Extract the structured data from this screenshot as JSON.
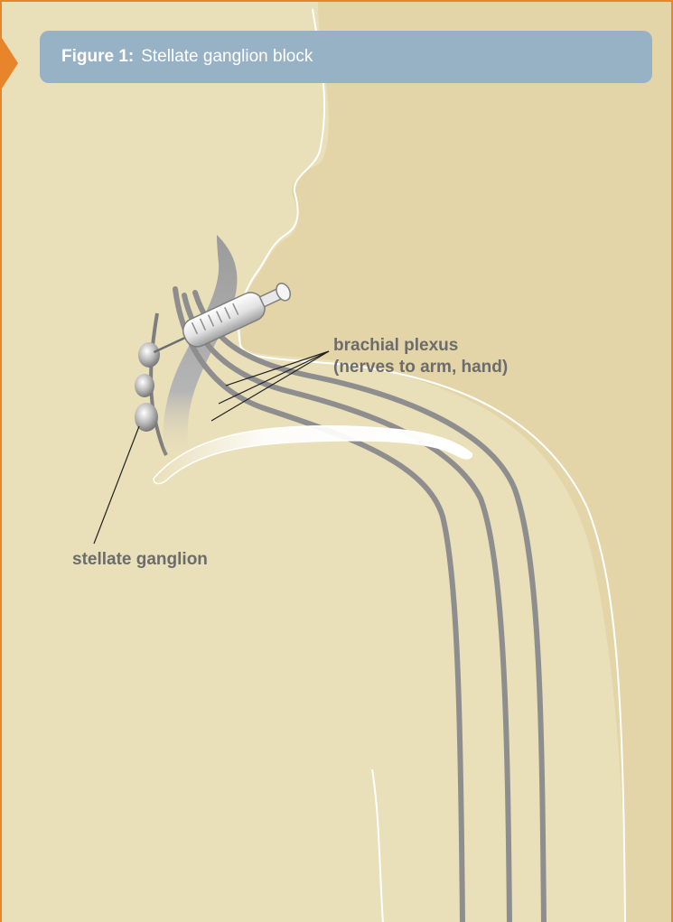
{
  "figure": {
    "number_label": "Figure 1:",
    "title": "Stellate ganglion block"
  },
  "labels": {
    "brachial_plexus_line1": "brachial plexus",
    "brachial_plexus_line2": "(nerves to arm, hand)",
    "stellate_ganglion": "stellate ganglion"
  },
  "colors": {
    "frame_border": "#E8852B",
    "background": "#E9DFB9",
    "body_shade": "#E3D5A8",
    "banner": "#97B1C5",
    "nerve": "#8E8E8E",
    "label_text": "#6C6C6C"
  },
  "icons": {
    "banner_marker": "orange-triangle-icon",
    "syringe": "syringe-icon",
    "ganglion": "ganglion-nodes-icon"
  }
}
